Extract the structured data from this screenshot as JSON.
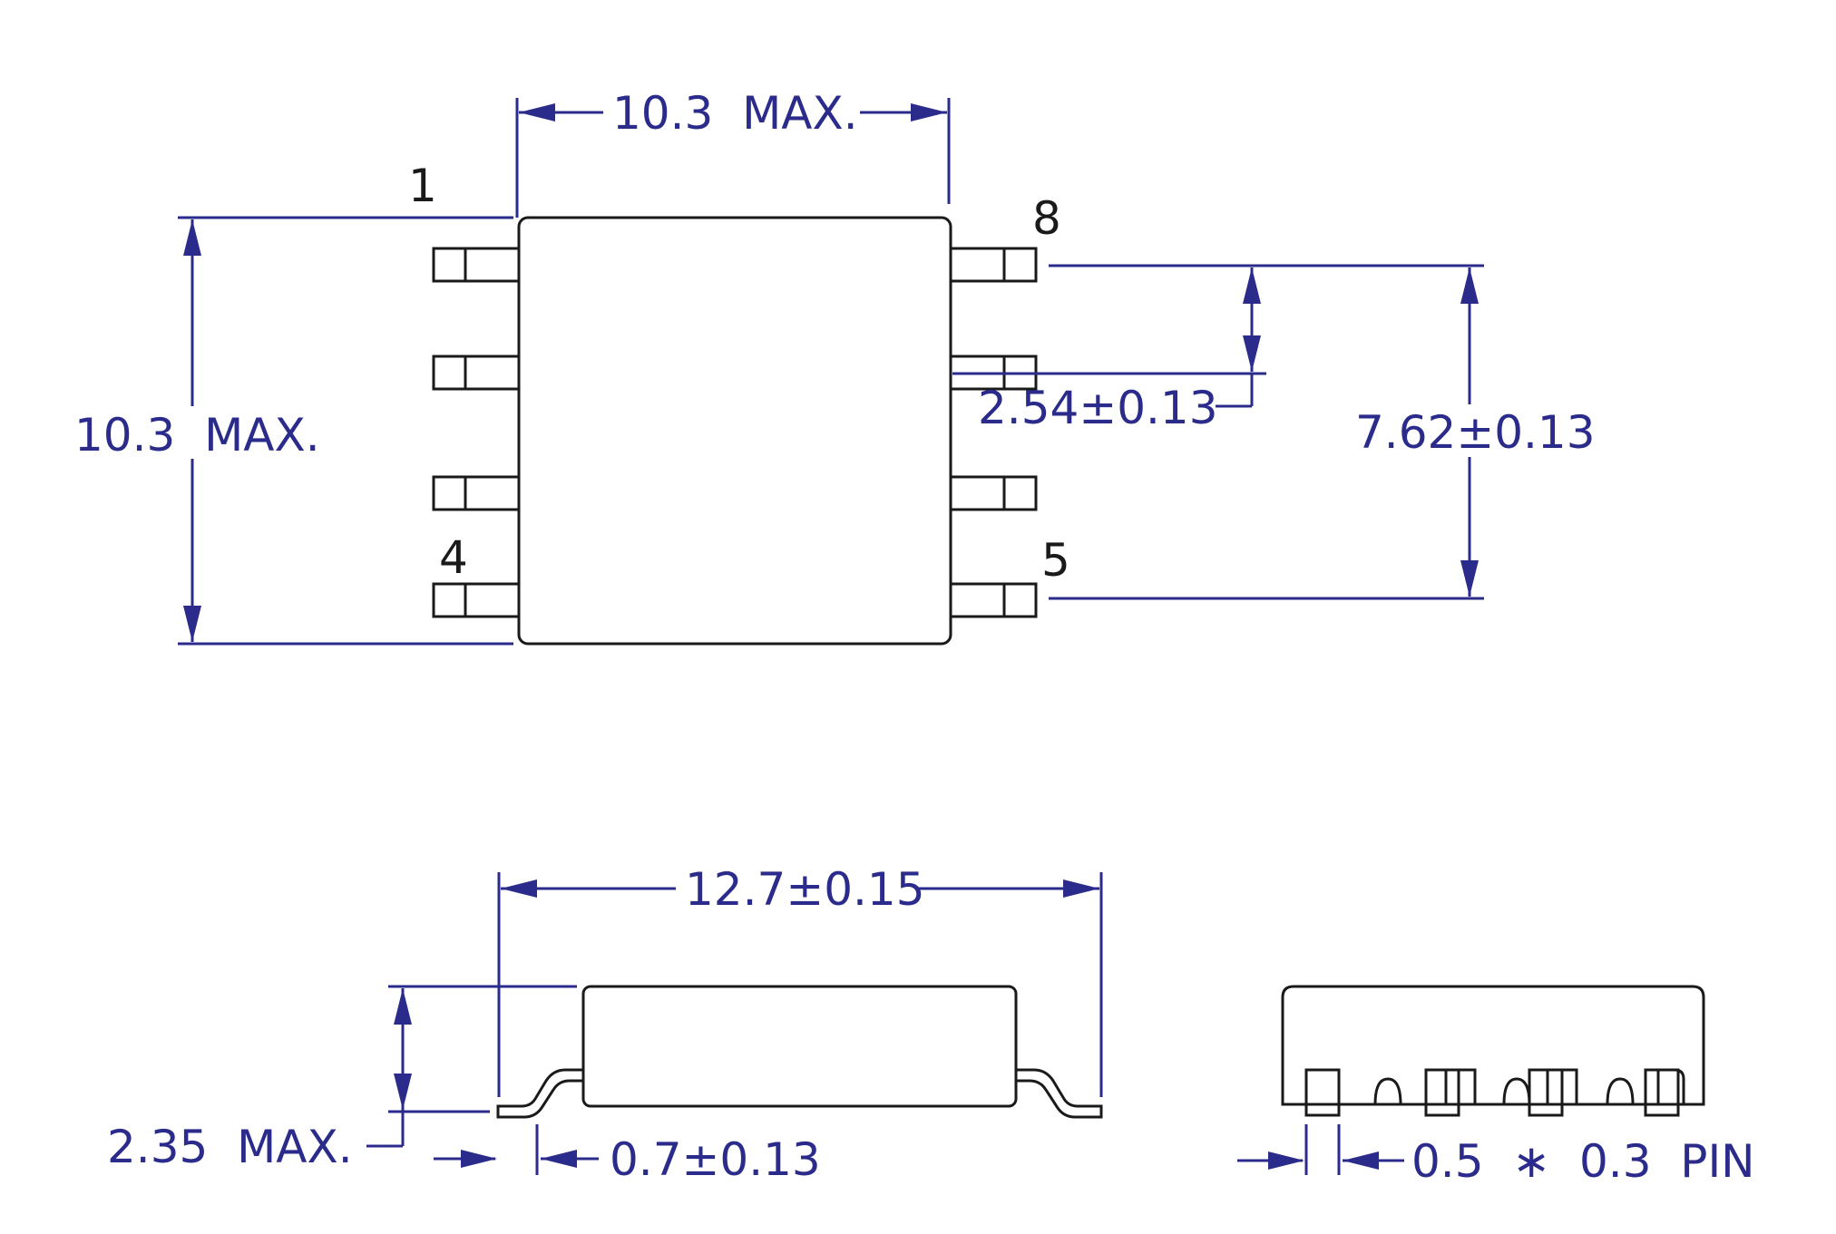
{
  "colors": {
    "dimension": "#2b2b8c",
    "outline": "#1a1a1a",
    "background": "#ffffff"
  },
  "top_view": {
    "width_label": "10.3  MAX.",
    "height_label": "10.3  MAX.",
    "pitch_label": "2.54±0.13",
    "span_label": "7.62±0.13",
    "pin_labels": {
      "pin1": "1",
      "pin4": "4",
      "pin5": "5",
      "pin8": "8"
    }
  },
  "side_view": {
    "length_label": "12.7±0.15",
    "height_label": "2.35  MAX.",
    "lead_label": "0.7±0.13"
  },
  "end_view": {
    "pin_label": "0.5  ∗  0.3  PIN"
  }
}
